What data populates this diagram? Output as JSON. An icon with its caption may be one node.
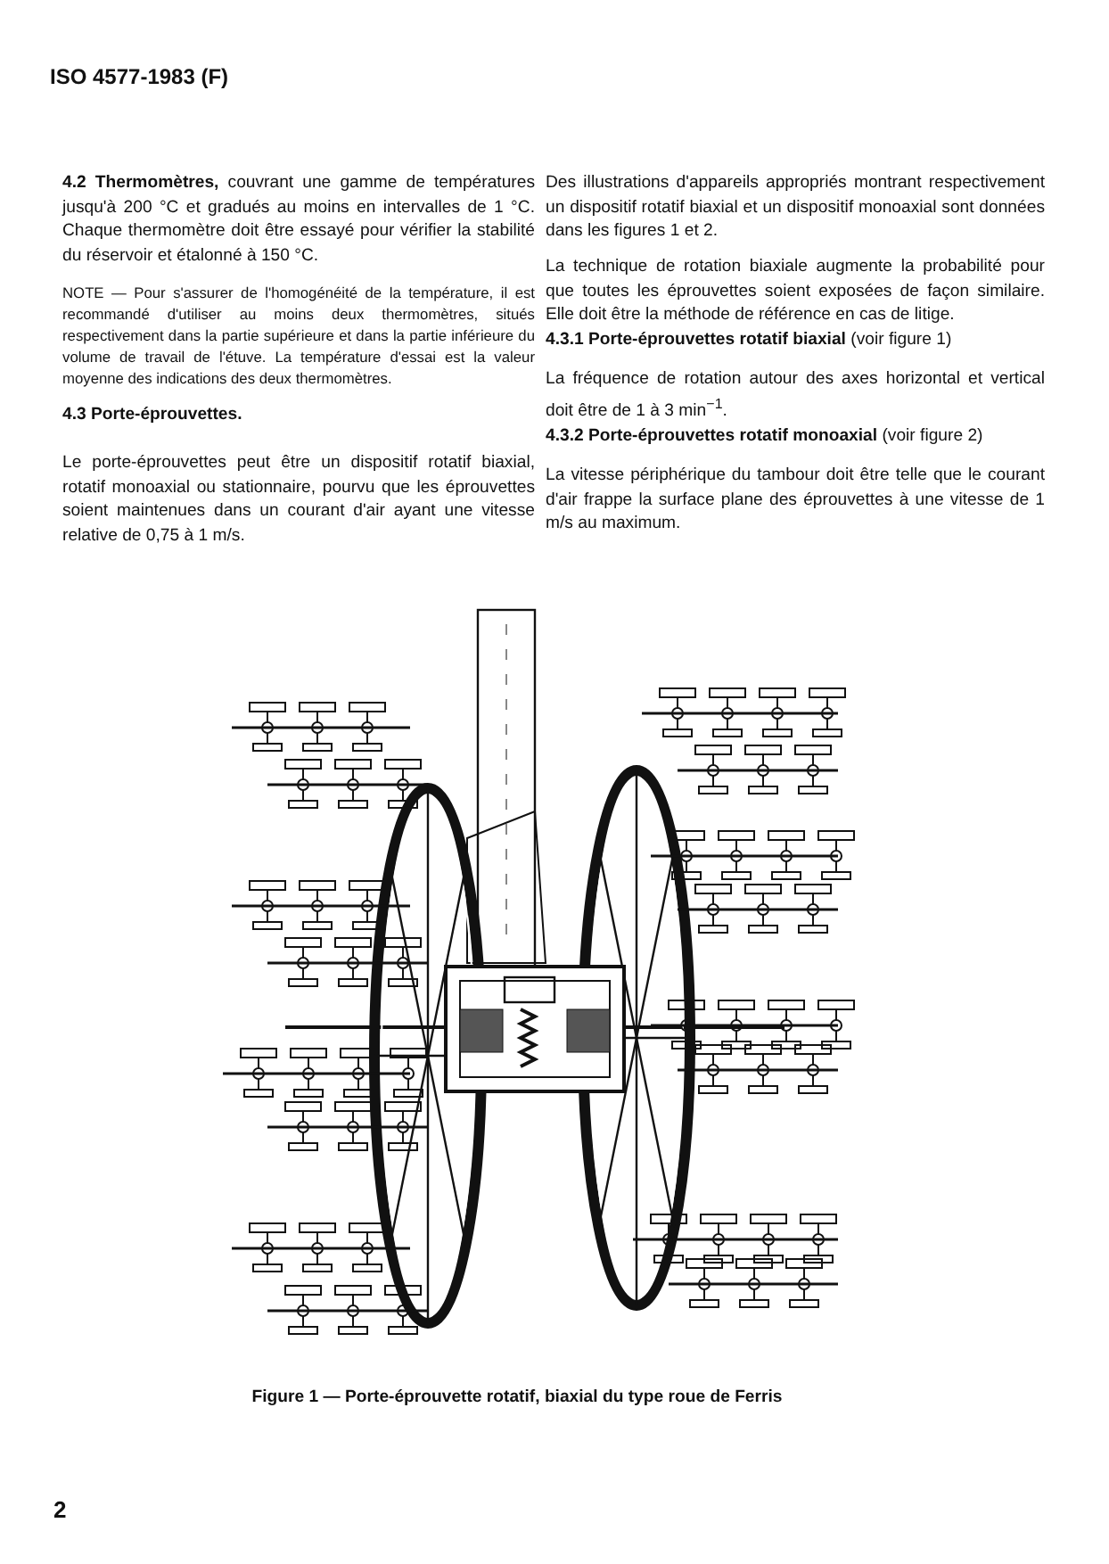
{
  "diagram": {
    "caption": "Figure 1 — Porte-éprouvette rotatif, biaxial du type roue de Ferris",
    "labels": [
      "ISO 4577-1983 (F)",
      "**4.2 Thermomètres,** couvrant une gamme de températures jusqu'à 200 °C et gradués au moins en intervalles de 1 °C. Chaque thermomètre doit être essayé pour vérifier la stabilité du réservoir et étalonné à 150 °C.",
      "NOTE — Pour s'assurer de l'homogénéité de la température, il est recommandé d'utiliser au moins deux thermomètres, situés respectivement dans la partie supérieure et dans la partie inférieure du volume de travail de l'étuve. La température d'essai est la valeur moyenne des indications des deux thermomètres.",
      "4.3 Porte-éprouvettes.",
      "Le porte-éprouvettes peut être un dispositif rotatif biaxial, rotatif monoaxial ou stationnaire, pourvu que les éprouvettes soient maintenues dans un courant d'air ayant une vitesse relative de 0,75 à 1 m/s.",
      "Des illustrations d'appareils appropriés montrant respectivement un dispositif rotatif biaxial et un dispositif monoaxial sont données dans les figures 1 et 2.",
      "La technique de rotation biaxiale augmente la probabilité pour que toutes les éprouvettes soient exposées de façon similaire. Elle doit être la méthode de référence en cas de litige.",
      "**4.3.1 Porte-éprouvettes rotatif biaxial** (voir figure 1)",
      "La fréquence de rotation autour des axes horizontal et vertical doit être de 1 à 3 min$^{−1}$.",
      "**4.3.2 Porte-éprouvettes rotatif monoaxial** (voir figure 2)",
      "La vitesse périphérique du tambour doit être telle que le courant d'air frappe la surface plane des éprouvettes à une vitesse de 1 m/s au maximum.",
      "2"
    ]
  }
}
